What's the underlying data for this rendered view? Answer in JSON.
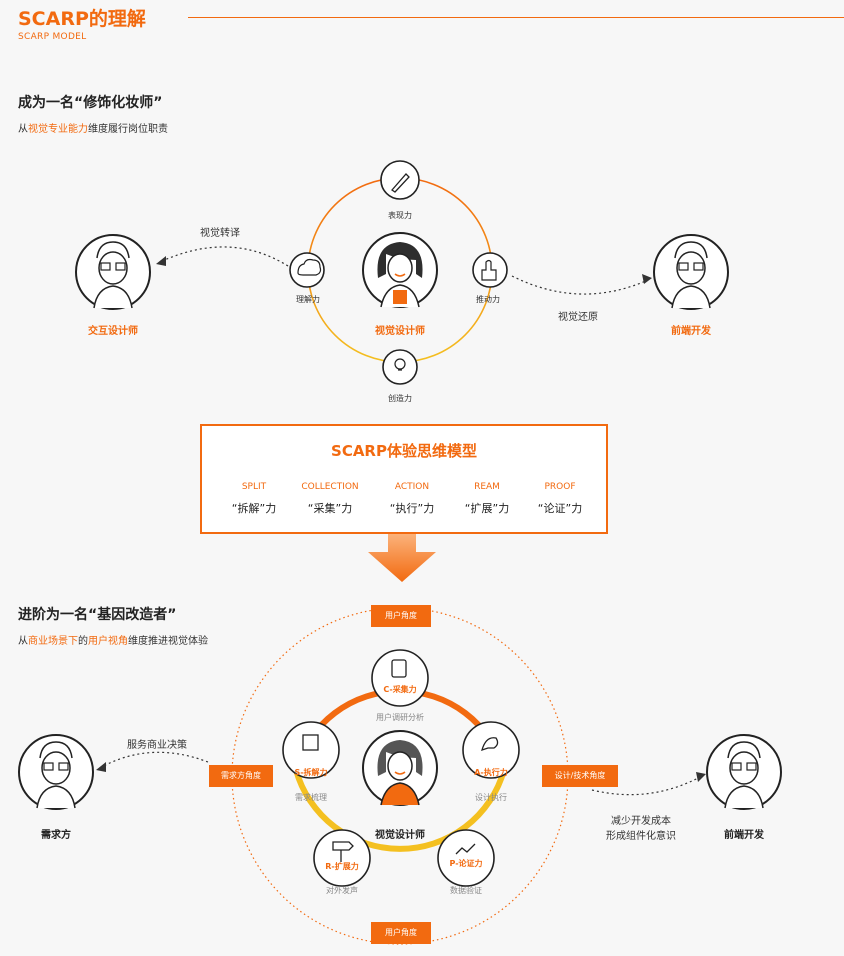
{
  "header": {
    "title": "SCARP的理解",
    "subtitle": "SCARP MODEL"
  },
  "section1": {
    "title": "成为一名“修饰化妆师”",
    "desc_pre": "从",
    "desc_hl": "视觉专业能力",
    "desc_post": "维度履行岗位职责",
    "abilities": {
      "top": "表现力",
      "left": "理解力",
      "right": "推动力",
      "bottom": "创造力"
    },
    "center_label": "视觉设计师",
    "left_person": "交互设计师",
    "right_person": "前端开发",
    "left_flow": "视觉转译",
    "right_flow": "视觉还原"
  },
  "model": {
    "title": "SCARP体验思维模型",
    "items": [
      {
        "code": "SPLIT",
        "name": "“拆解”力"
      },
      {
        "code": "COLLECTION",
        "name": "“采集”力"
      },
      {
        "code": "ACTION",
        "name": "“执行”力"
      },
      {
        "code": "REAM",
        "name": "“扩展”力"
      },
      {
        "code": "PROOF",
        "name": "“论证”力"
      }
    ]
  },
  "section2": {
    "title": "进阶为一名“基因改造者”",
    "desc_pre": "从",
    "desc_hl1": "商业场景下",
    "desc_mid": "的",
    "desc_hl2": "用户视角",
    "desc_post": "维度推进视觉体验",
    "tags": {
      "top": "用户角度",
      "bottom": "用户角度",
      "left": "需求方角度",
      "right": "设计/技术角度"
    },
    "nodes": [
      {
        "name": "C-采集力",
        "sub": "用户调研分析"
      },
      {
        "name": "S-拆解力",
        "sub": "需求梳理"
      },
      {
        "name": "A-执行力",
        "sub": "设计执行"
      },
      {
        "name": "R-扩展力",
        "sub": "对外发声"
      },
      {
        "name": "P-论证力",
        "sub": "数据验证"
      }
    ],
    "center_label": "视觉设计师",
    "left_person": "需求方",
    "right_person": "前端开发",
    "left_flow": "服务商业决策",
    "right_flow_1": "减少开发成本",
    "right_flow_2": "形成组件化意识"
  },
  "colors": {
    "accent": "#f26a10",
    "yellow": "#f4c020",
    "dark": "#222222"
  }
}
